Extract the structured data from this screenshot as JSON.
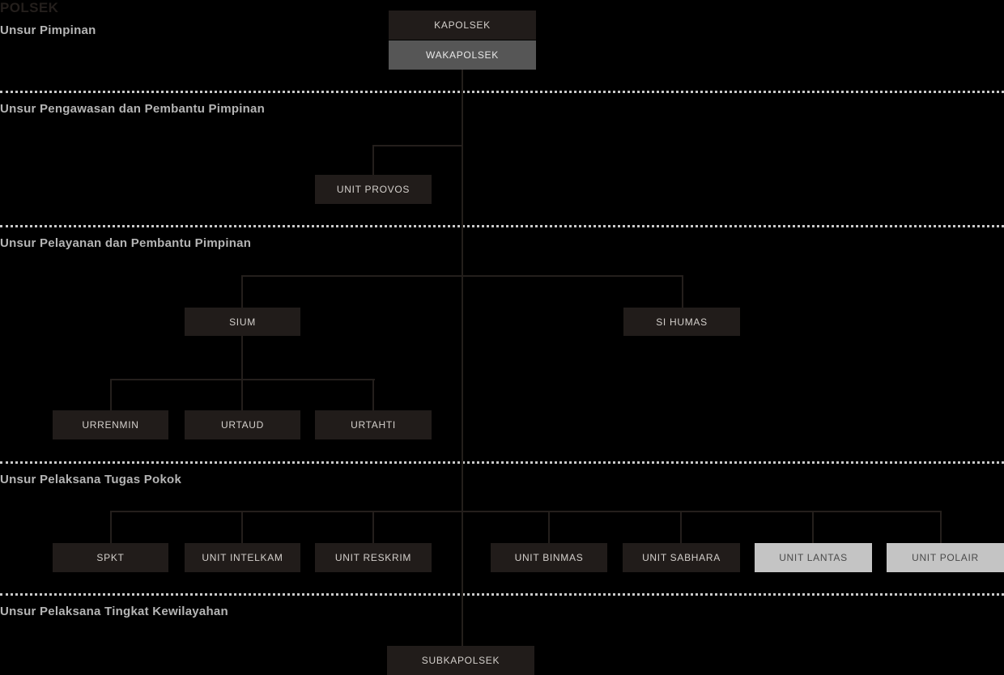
{
  "org_title": "POLSEK",
  "colors": {
    "background": "#000000",
    "node_dark_bg": "#211c1a",
    "node_dark_text": "#d4d0cc",
    "node_mid_bg": "#565656",
    "node_mid_text": "#e8e8e8",
    "node_light_bg": "#c4c4c4",
    "node_light_text": "#4a4a4a",
    "connector": "#241f1c",
    "divider": "#c9c9c9",
    "section_label": "#b5b5b5",
    "org_title_color": "#241f1c"
  },
  "sections": [
    {
      "label": "Unsur Pimpinan"
    },
    {
      "label": "Unsur Pengawasan dan Pembantu Pimpinan"
    },
    {
      "label": "Unsur Pelayanan dan Pembantu Pimpinan"
    },
    {
      "label": "Unsur Pelaksana Tugas Pokok"
    },
    {
      "label": "Unsur Pelaksana Tingkat Kewilayahan"
    }
  ],
  "nodes": {
    "kapolsek": "KAPOLSEK",
    "wakapolsek": "WAKAPOLSEK",
    "unit_provos": "UNIT PROVOS",
    "sium": "SIUM",
    "si_humas": "SI HUMAS",
    "urrenmin": "URRENMIN",
    "urtaud": "URTAUD",
    "urtahti": "URTAHTI",
    "spkt": "SPKT",
    "unit_intelkam": "UNIT INTELKAM",
    "unit_reskrim": "UNIT RESKRIM",
    "unit_binmas": "UNIT BINMAS",
    "unit_sabhara": "UNIT SABHARA",
    "unit_lantas": "UNIT LANTAS",
    "unit_polair": "UNIT POLAIR",
    "subkapolsek": "SUBKAPOLSEK"
  }
}
